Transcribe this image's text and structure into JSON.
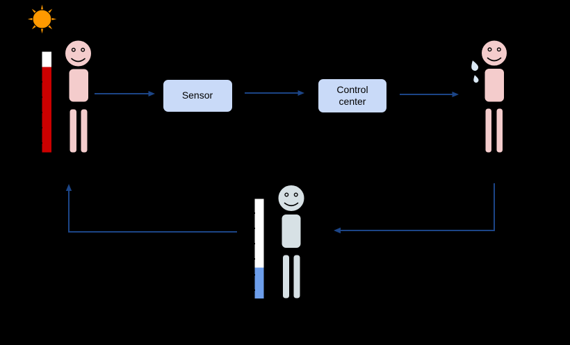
{
  "diagram": {
    "type": "negative-feedback-loop",
    "boxes": {
      "sensor": {
        "label": "Sensor"
      },
      "control_center": {
        "label": "Control center"
      }
    },
    "figures": {
      "sun": "sun shining (stimulus: heat)",
      "thermometer_hot": {
        "state": "high reading",
        "tick_count": 5
      },
      "person_hot": "overheated person (pink, smiling)",
      "person_sweating": {
        "description": "person sweating (response)",
        "sweat_drops": 2
      },
      "thermometer_cool": {
        "state": "low reading",
        "tick_count": 6
      },
      "person_cool": "cooled person (gray-blue, smiling)"
    },
    "arrows": [
      {
        "from": "person_hot",
        "to": "sensor"
      },
      {
        "from": "sensor",
        "to": "control_center"
      },
      {
        "from": "control_center",
        "to": "person_sweating"
      },
      {
        "from": "person_sweating",
        "to": "person_cool"
      },
      {
        "from": "person_cool",
        "to": "person_hot"
      }
    ],
    "icons": {
      "sun-icon": "orange disc with 8 triangular rays",
      "thermometer-hot-icon": "vertical tube, red column, left tick marks",
      "thermometer-cool-icon": "vertical tube, blue column at bottom, left tick marks",
      "person-figure-icon": "smiley head, rounded torso, two legs",
      "sweat-drop-icon": "light blue teardrop",
      "arrow-icon": "thin navy line with solid triangular head"
    },
    "colors": {
      "background": "#000000",
      "box_fill": "#c9daf8",
      "box_border": "#000000",
      "arrow": "#1c4587",
      "sun": "#ff9900",
      "thermo_hot": "#cc0000",
      "thermo_cool": "#6d9eeb",
      "thermo_empty": "#ffffff",
      "person_hot": "#f4cccc",
      "person_cool": "#d7e1e5",
      "drop": "#dae8f5",
      "outline": "#000000"
    }
  }
}
